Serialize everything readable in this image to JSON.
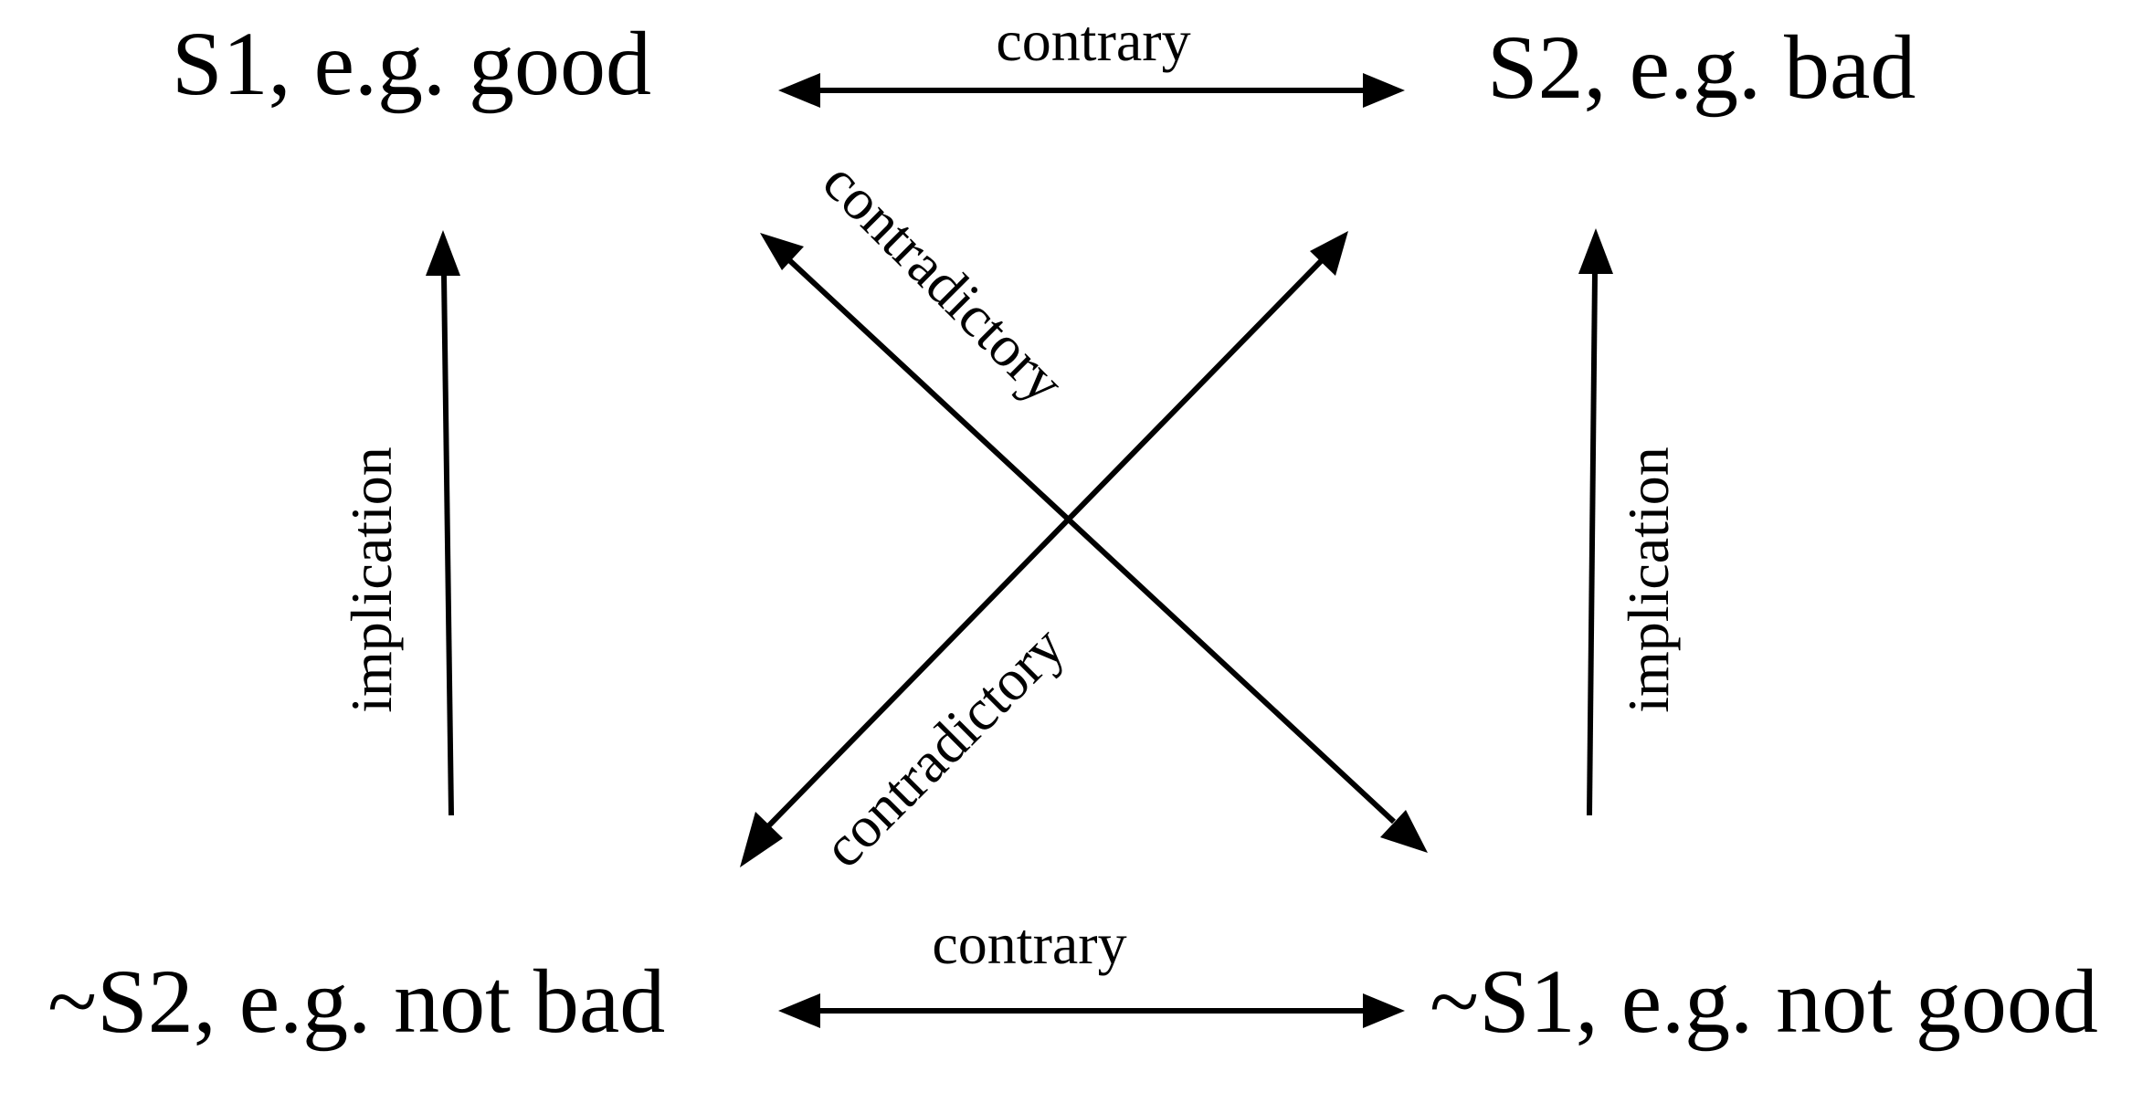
{
  "nodes": {
    "s1": "S1, e.g. good",
    "s2": "S2, e.g. bad",
    "not_s2": "~S2, e.g. not bad",
    "not_s1": "~S1, e.g. not good"
  },
  "relations": {
    "contrary_top": "contrary",
    "contrary_bottom": "contrary",
    "contradictory_upper": "contradictory",
    "contradictory_lower": "contradictory",
    "implication_left": "implication",
    "implication_right": "implication"
  }
}
